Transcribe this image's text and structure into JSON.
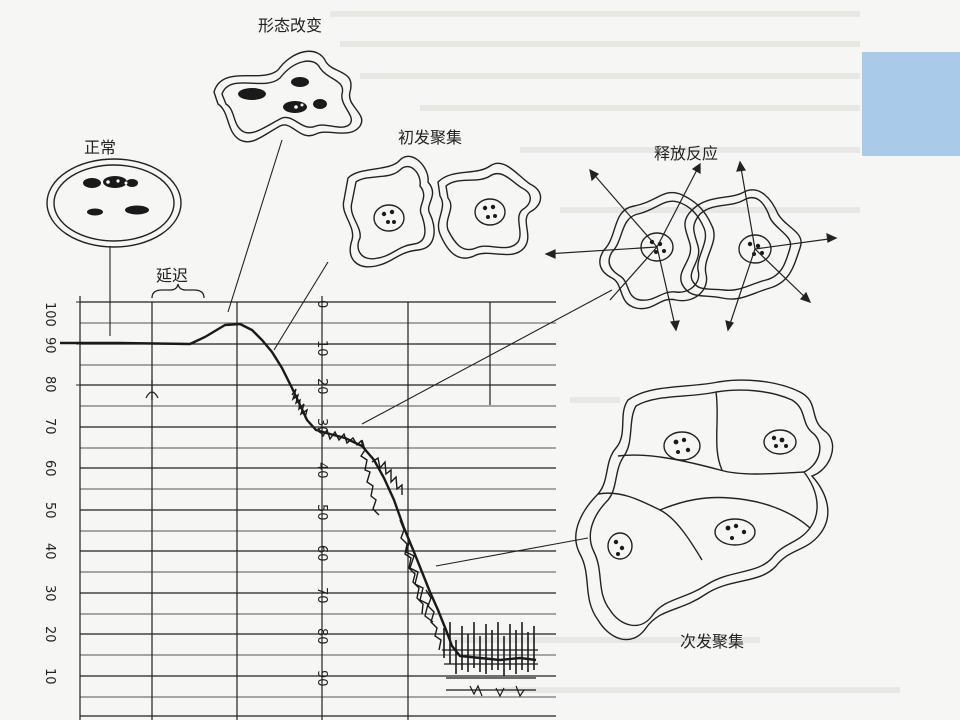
{
  "labels": {
    "normal": "正常",
    "shape_change": "形态改变",
    "primary_aggregation": "初发聚集",
    "release_reaction": "释放反应",
    "secondary_aggregation": "次发聚集",
    "delay": "延迟"
  },
  "left_scale": [
    "100",
    "90",
    "80",
    "70",
    "60",
    "50",
    "40",
    "30",
    "20",
    "10"
  ],
  "right_scale": [
    "0",
    "10",
    "20",
    "30",
    "40",
    "50",
    "60",
    "70",
    "80",
    "90"
  ],
  "colors": {
    "accent_box": "#a9cbe9",
    "ink": "#222222",
    "paper": "#f6f6f4"
  }
}
